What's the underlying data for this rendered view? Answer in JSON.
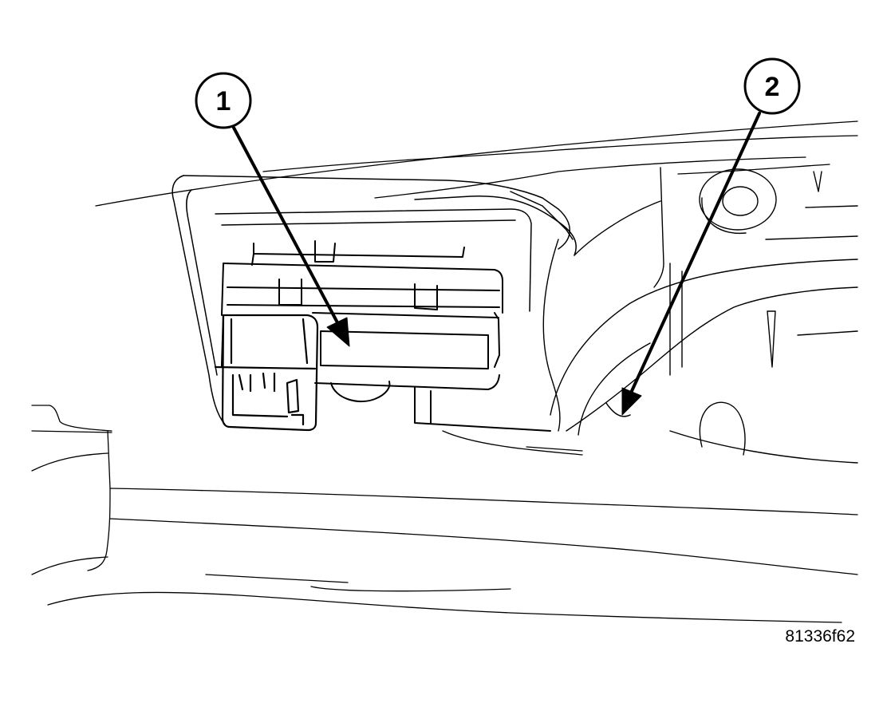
{
  "callouts": [
    {
      "number": "1"
    },
    {
      "number": "2"
    }
  ],
  "figure_id": "81336f62",
  "colors": {
    "line": "#000000",
    "background": "#ffffff"
  }
}
